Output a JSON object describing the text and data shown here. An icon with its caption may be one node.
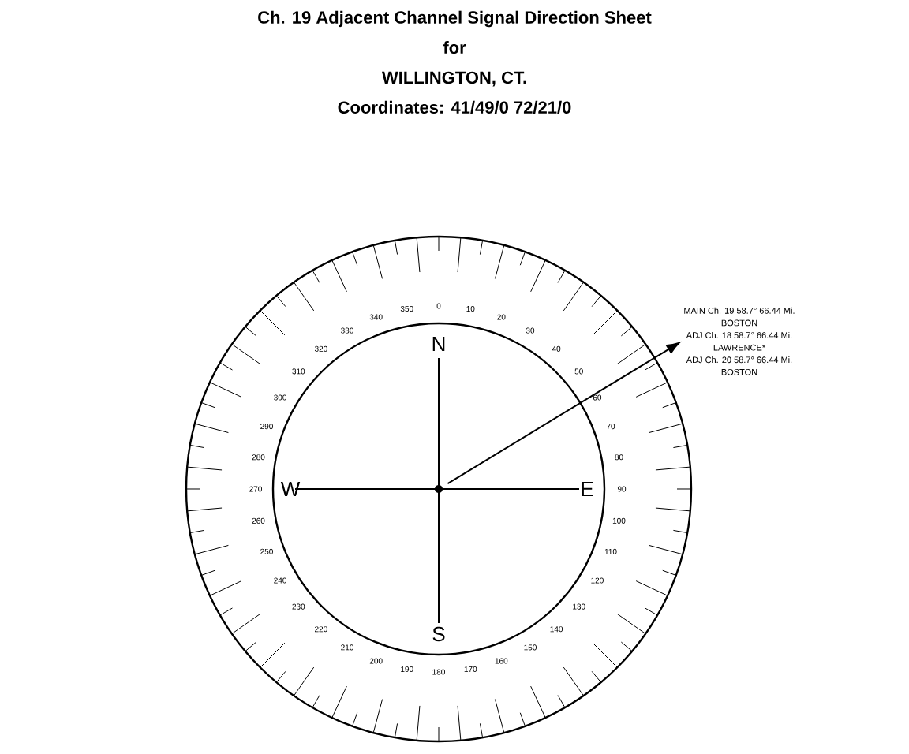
{
  "diagram": {
    "title": "Ch. 19 Adjacent Channel Signal Direction Sheet",
    "nodes": [
      {
        "text": [],
        "shape": "circle"
      },
      {
        "text": [
          "MAIN Ch. 19 58.7° 66.44 Mi.",
          "BOSTON",
          "ADJ Ch. 18 58.7° 66.44 Mi.",
          "LAWRENCE*",
          "ADJ Ch. 20 58.7° 66.44 Mi.",
          "BOSTON"
        ]
      }
    ],
    "edges": [
      {
        "from": 0,
        "to": 1,
        "arrow": "to"
      }
    ],
    "labels": [
      "for",
      "WILLINGTON, CT.",
      "Coordinates: 41/49/0  72/21/0",
      "N",
      "E",
      "S",
      "W",
      "0",
      "10",
      "20",
      "30",
      "40",
      "50",
      "60",
      "70",
      "80",
      "90",
      "100",
      "110",
      "120",
      "130",
      "140",
      "150",
      "160",
      "170",
      "180",
      "190",
      "200",
      "210",
      "220",
      "230",
      "240",
      "250",
      "260",
      "270",
      "280",
      "290",
      "300",
      "310",
      "320",
      "330",
      "340",
      "350"
    ]
  }
}
